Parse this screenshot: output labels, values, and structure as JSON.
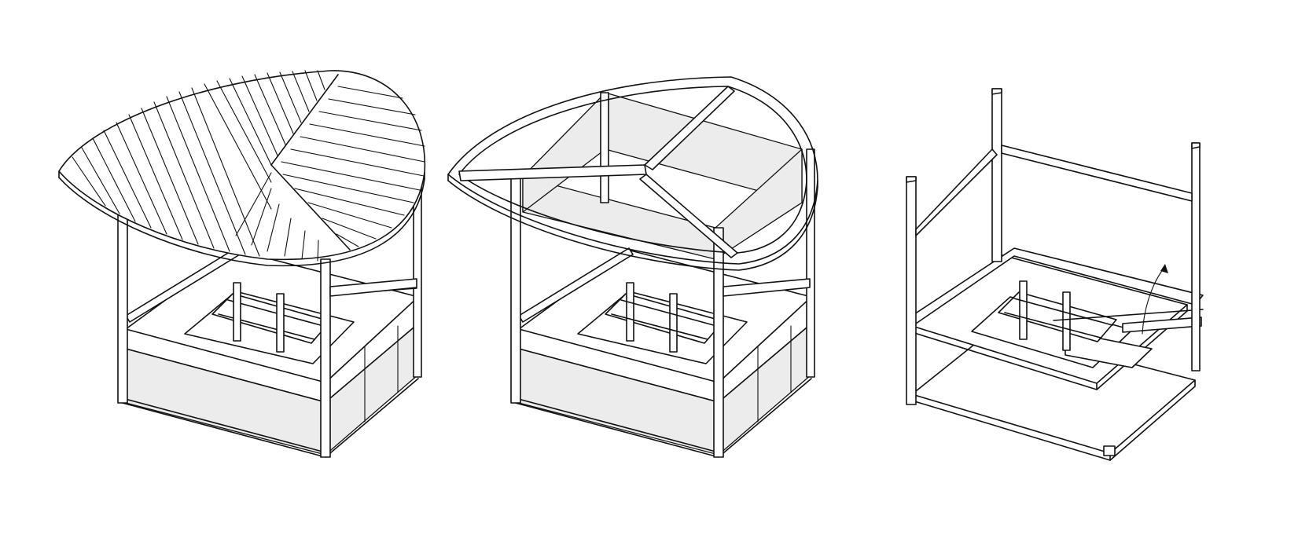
{
  "diagram": {
    "views": [
      {
        "id": "assembled-with-slatted-canopy"
      },
      {
        "id": "frame-with-ring-roof"
      },
      {
        "id": "open-frame-with-folding-shelf"
      }
    ],
    "colors": {
      "line": "#111111",
      "panel_fill": "#ececec",
      "background": "#ffffff"
    },
    "icons": [
      "rotation-arrow-icon"
    ]
  }
}
